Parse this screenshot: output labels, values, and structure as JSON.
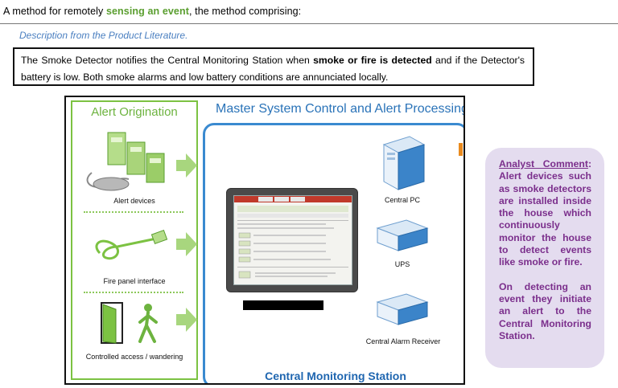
{
  "claim": {
    "before": "A method for remotely ",
    "highlight": "sensing an event",
    "after": ", the method comprising:"
  },
  "description": {
    "title": "Description from the Product Literature.",
    "text_1": "The Smoke Detector notifies the Central Monitoring Station when ",
    "bold": "smoke or fire is detected",
    "text_2": " and if the Detector's battery is low. Both smoke alarms and low battery conditions are annunciated locally."
  },
  "figure": {
    "left_title": "Alert Origination",
    "right_title": "Master System Control and Alert Processing",
    "left_items": [
      "Alert devices",
      "Fire panel interface",
      "Controlled access / wandering"
    ],
    "devices": [
      "Central PC",
      "UPS",
      "Central Alarm Receiver"
    ],
    "bottom_title": "Central Monitoring Station"
  },
  "analyst": {
    "heading": "Analyst Comment",
    "heading_suffix": ":",
    "para1": "Alert devices such as smoke detectors are installed inside the house which continuously monitor the house to detect events like smoke or fire.",
    "para2": "On detecting an event they initiate an alert to the Central Monitoring Station."
  },
  "colors": {
    "highlight_green": "#5a9e2f",
    "description_title_blue": "#4a7fc0",
    "alert_origination_green": "#6db33f",
    "master_blue": "#2a73b8",
    "analyst_purple": "#7b2f8c",
    "analyst_bg": "#e4dcef"
  }
}
